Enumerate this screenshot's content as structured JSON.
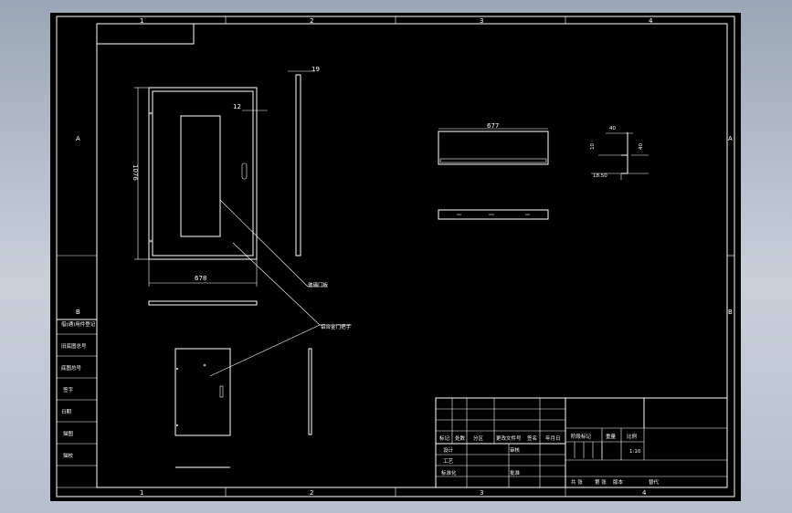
{
  "grid": {
    "cols_top": [
      "1",
      "2",
      "3",
      "4"
    ],
    "cols_bottom": [
      "1",
      "2",
      "3",
      "4"
    ],
    "rows_left": [
      "A",
      "B"
    ],
    "rows_right": [
      "A",
      "B"
    ]
  },
  "dims": {
    "door_height": "1076",
    "door_width": "678",
    "offset": "12",
    "panel_thickness": "19",
    "shelf_length": "677",
    "profile_a": "40",
    "profile_b": "10",
    "profile_c": "40",
    "profile_d": "18.50"
  },
  "callouts": {
    "label_1": "玻璃门板",
    "label_2": "铝合金门把手"
  },
  "left_table": [
    "借(通)用件登记",
    "旧底图总号",
    "底图总号",
    "签字",
    "日期",
    "描图",
    "描校"
  ],
  "title_block": {
    "headers": [
      "标记",
      "处数",
      "分区",
      "更改文件号",
      "签名",
      "年月日"
    ],
    "roles": [
      "设计",
      "审核",
      "工艺",
      "标准化",
      "批准"
    ],
    "stage_header": "阶段标记",
    "weight_header": "重量",
    "scale_header": "比例",
    "scale_value": "1:10",
    "footer": [
      "共 张",
      "第 张",
      "版本",
      "替代"
    ]
  },
  "colors": {
    "paper": "#000000",
    "lines": "#ffffff",
    "background": "#b8c1ce"
  }
}
